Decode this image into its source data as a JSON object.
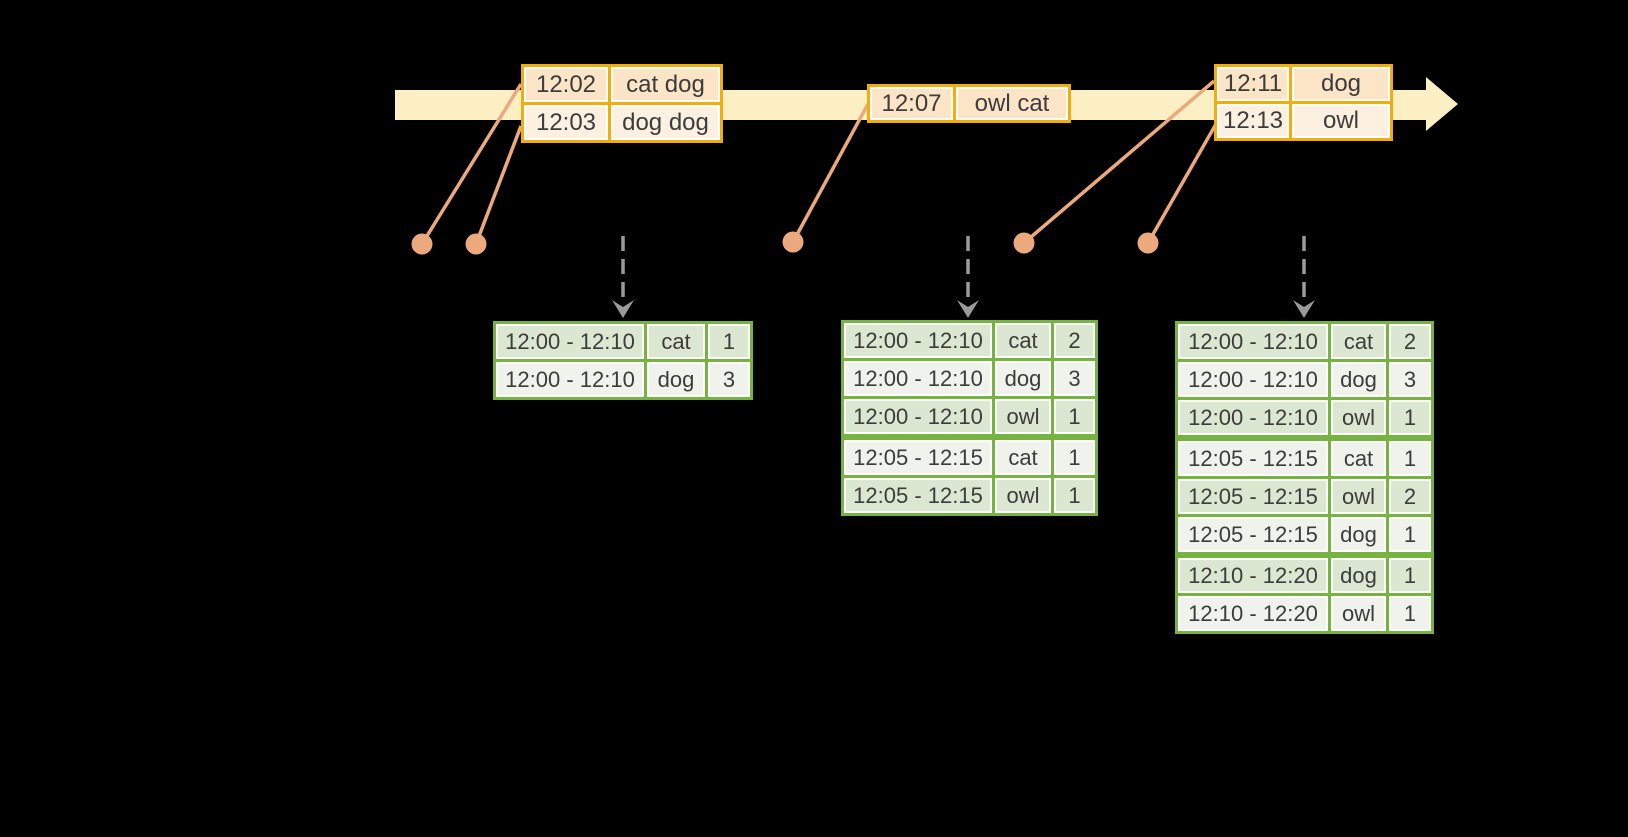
{
  "diagram": {
    "kind": "streaming-windowed-wordcount-timeline",
    "background": "#000000"
  },
  "colors": {
    "timeline_fill": "#FCEFC4",
    "event_table_border": "#F0AD0C",
    "event_row_dark": "#FBE5C6",
    "event_row_light": "#FCF1E1",
    "connector_and_dot": "#EDA97E",
    "dashed_arrow": "#9A9A9A",
    "result_table_border": "#76B341",
    "result_row_dark": "#DBE7D0",
    "result_row_light": "#EFF3EB",
    "text": "#3C3C3C"
  },
  "event_tables": [
    {
      "rows": [
        {
          "time": "12:02",
          "words": "cat dog"
        },
        {
          "time": "12:03",
          "words": "dog dog"
        }
      ]
    },
    {
      "rows": [
        {
          "time": "12:07",
          "words": "owl cat"
        }
      ]
    },
    {
      "rows": [
        {
          "time": "12:11",
          "words": "dog"
        },
        {
          "time": "12:13",
          "words": "owl"
        }
      ]
    }
  ],
  "result_tables": [
    {
      "groups": [
        {
          "rows": [
            {
              "window": "12:00 - 12:10",
              "word": "cat",
              "count": "1"
            },
            {
              "window": "12:00 - 12:10",
              "word": "dog",
              "count": "3"
            }
          ]
        }
      ]
    },
    {
      "groups": [
        {
          "rows": [
            {
              "window": "12:00 - 12:10",
              "word": "cat",
              "count": "2"
            },
            {
              "window": "12:00 - 12:10",
              "word": "dog",
              "count": "3"
            },
            {
              "window": "12:00 - 12:10",
              "word": "owl",
              "count": "1"
            }
          ]
        },
        {
          "rows": [
            {
              "window": "12:05 - 12:15",
              "word": "cat",
              "count": "1"
            },
            {
              "window": "12:05 - 12:15",
              "word": "owl",
              "count": "1"
            }
          ]
        }
      ]
    },
    {
      "groups": [
        {
          "rows": [
            {
              "window": "12:00 - 12:10",
              "word": "cat",
              "count": "2"
            },
            {
              "window": "12:00 - 12:10",
              "word": "dog",
              "count": "3"
            },
            {
              "window": "12:00 - 12:10",
              "word": "owl",
              "count": "1"
            }
          ]
        },
        {
          "rows": [
            {
              "window": "12:05 - 12:15",
              "word": "cat",
              "count": "1"
            },
            {
              "window": "12:05 - 12:15",
              "word": "owl",
              "count": "2"
            },
            {
              "window": "12:05 - 12:15",
              "word": "dog",
              "count": "1"
            }
          ]
        },
        {
          "rows": [
            {
              "window": "12:10 - 12:20",
              "word": "dog",
              "count": "1"
            },
            {
              "window": "12:10 - 12:20",
              "word": "owl",
              "count": "1"
            }
          ]
        }
      ]
    }
  ]
}
